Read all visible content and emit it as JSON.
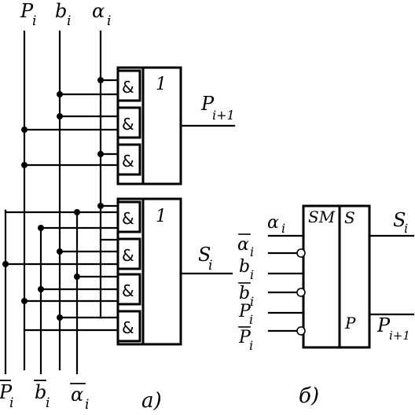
{
  "inputs_top": {
    "p": {
      "base": "P",
      "sub": "i"
    },
    "b": {
      "base": "b",
      "sub": "i"
    },
    "a": {
      "base": "α",
      "sub": "i"
    }
  },
  "inputs_bottom": {
    "p_bar": {
      "base": "P",
      "sub": "i"
    },
    "b_bar": {
      "base": "b",
      "sub": "i"
    },
    "a_bar": {
      "base": "α",
      "sub": "i"
    }
  },
  "gates": {
    "and": "&",
    "or": "1"
  },
  "outputs": {
    "carry": {
      "base": "P",
      "sub": "i+1"
    },
    "sum": {
      "base": "S",
      "sub": "i"
    }
  },
  "panel_labels": {
    "a": "а)",
    "b": "б)"
  },
  "sm_block": {
    "title": "SM",
    "out_s": "S",
    "out_p": "P",
    "in_a": {
      "base": "α",
      "sub": "i"
    },
    "in_a_bar": {
      "base": "α",
      "sub": "i"
    },
    "in_b": {
      "base": "b",
      "sub": "i"
    },
    "in_b_bar": {
      "base": "b",
      "sub": "i"
    },
    "in_p": {
      "base": "P",
      "sub": "i"
    },
    "in_p_bar": {
      "base": "P",
      "sub": "i"
    },
    "out_s_label": {
      "base": "S",
      "sub": "i"
    },
    "out_p_label": {
      "base": "P",
      "sub": "i+1"
    }
  }
}
